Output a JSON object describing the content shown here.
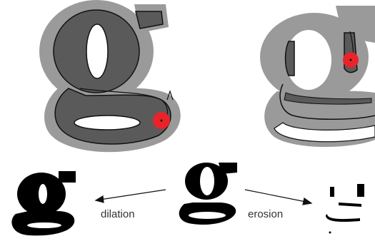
{
  "labels": {
    "dilation": "dilation",
    "erosion": "erosion"
  },
  "colors": {
    "background": "#ffffff",
    "outer_halo": "#9a9a9a",
    "glyph_body": "#5a5a5a",
    "glyph_outline": "#111111",
    "structuring_element": "#e8242a",
    "sample_glyph": "#000000"
  },
  "figure": {
    "top_panel": "letter g with circular structuring element traced along its boundary (left: dilation, right: erosion)",
    "bottom_row": [
      "dilated g",
      "original g",
      "eroded g"
    ],
    "glyph": "g"
  }
}
